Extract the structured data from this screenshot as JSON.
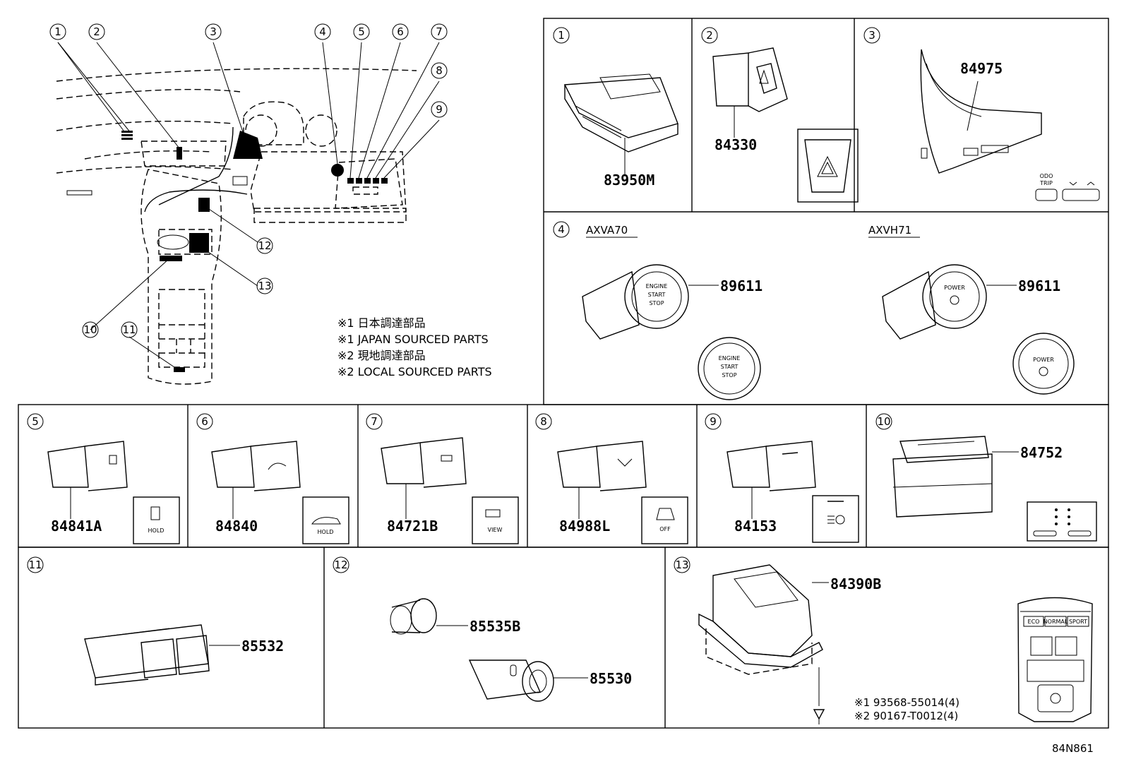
{
  "notes": [
    "※1 日本調達部品",
    "※1 JAPAN SOURCED PARTS",
    "※2 現地調達部品",
    "※2 LOCAL SOURCED PARTS"
  ],
  "overview_callouts": [
    "1",
    "2",
    "3",
    "4",
    "5",
    "6",
    "7",
    "8",
    "9",
    "10",
    "11",
    "12",
    "13"
  ],
  "panels": [
    {
      "id": "1",
      "parts": [
        "83950M"
      ]
    },
    {
      "id": "2",
      "parts": [
        "84330"
      ]
    },
    {
      "id": "3",
      "parts": [
        "84975"
      ],
      "detail_labels": [
        "ODO",
        "TRIP"
      ]
    },
    {
      "id": "4",
      "variants": [
        "AXVA70",
        "AXVH71"
      ],
      "parts": [
        "89611",
        "89611"
      ],
      "button_text_a": [
        "ENGINE",
        "START",
        "STOP"
      ],
      "button_text_b": [
        "POWER"
      ]
    },
    {
      "id": "5",
      "parts": [
        "84841A"
      ],
      "icon_label": "HOLD"
    },
    {
      "id": "6",
      "parts": [
        "84840"
      ],
      "icon_label": "HOLD"
    },
    {
      "id": "7",
      "parts": [
        "84721B"
      ],
      "icon_label": "VIEW"
    },
    {
      "id": "8",
      "parts": [
        "84988L"
      ],
      "icon_label": "OFF"
    },
    {
      "id": "9",
      "parts": [
        "84153"
      ]
    },
    {
      "id": "10",
      "parts": [
        "84752"
      ]
    },
    {
      "id": "11",
      "parts": [
        "85532"
      ]
    },
    {
      "id": "12",
      "parts": [
        "85535B",
        "85530"
      ]
    },
    {
      "id": "13",
      "parts": [
        "84390B"
      ],
      "fasteners": [
        "※1 93568-55014(4)",
        "※2 90167-T0012(4)"
      ],
      "mode_labels": [
        "ECO",
        "NORMAL",
        "SPORT"
      ]
    }
  ],
  "diagram_code": "84N861"
}
